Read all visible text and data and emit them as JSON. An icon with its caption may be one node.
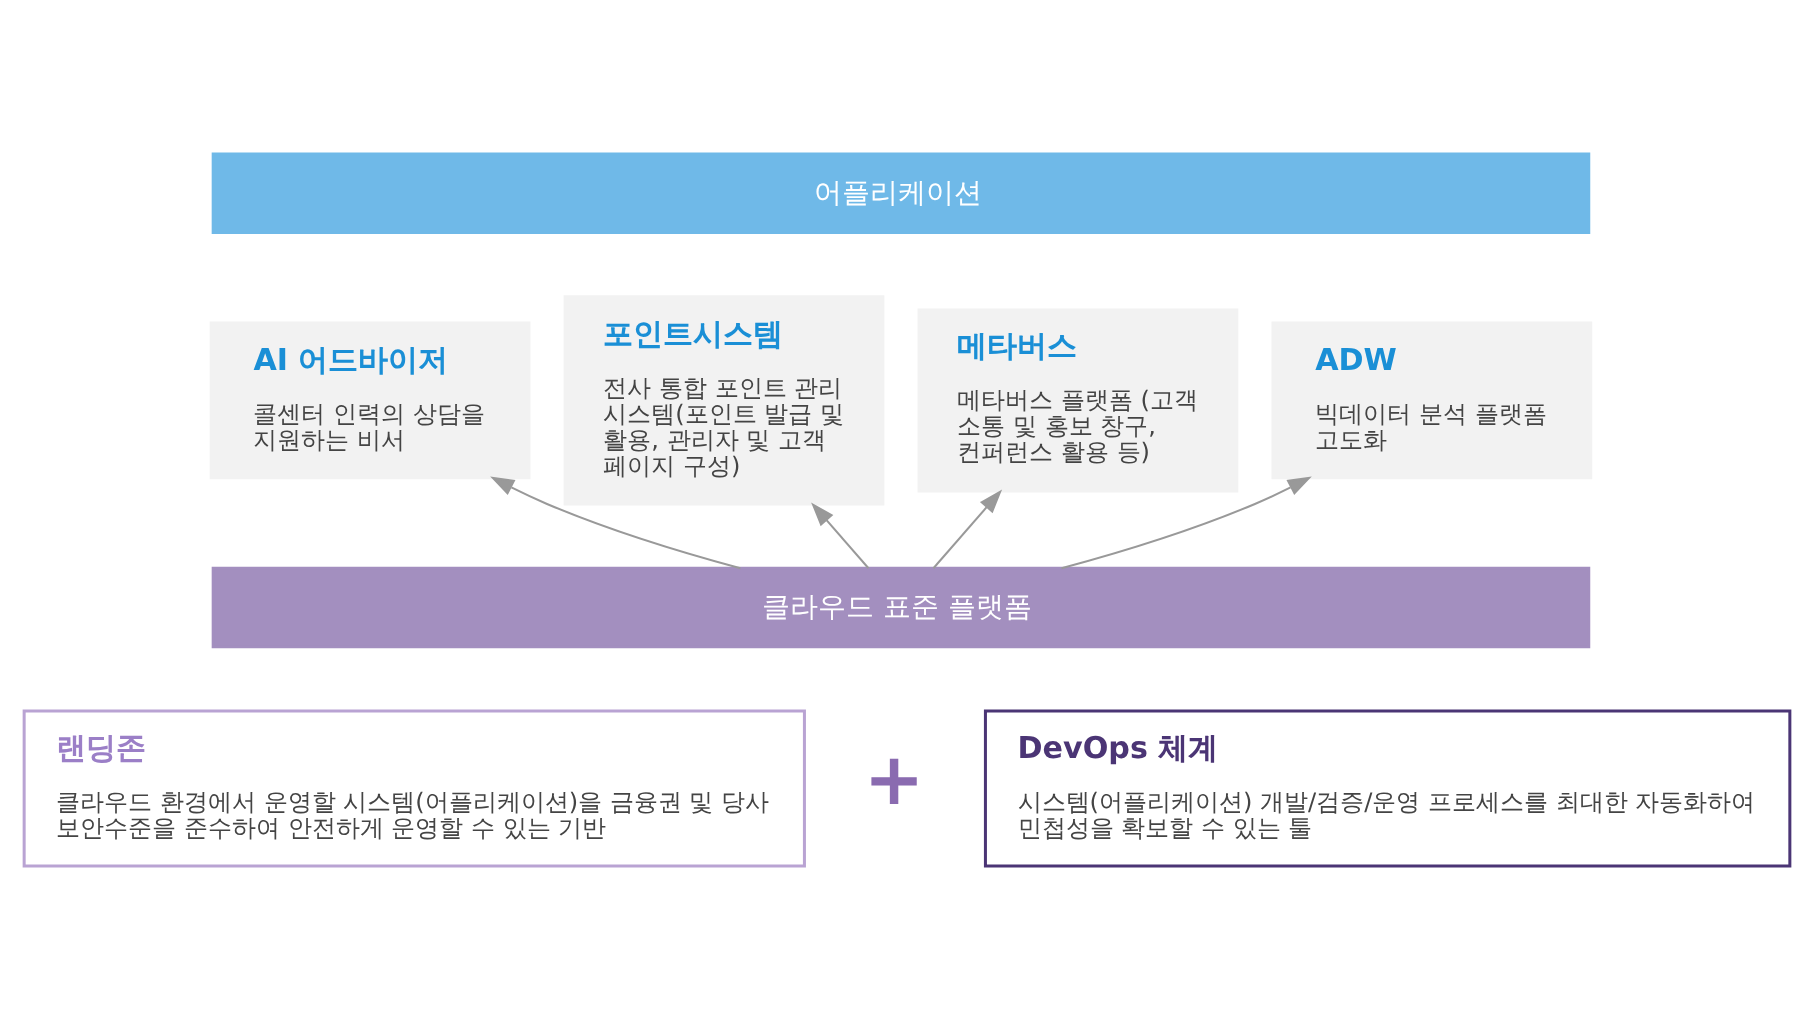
{
  "diagram": {
    "nodes": [
      {
        "text": [
          "어플리케이션"
        ]
      },
      {
        "text": [
          "AI 어드바이저",
          "콜센터 인력의 상담을 지원하는 비서"
        ]
      },
      {
        "text": [
          "포인트시스템",
          "전사 통합 포인트 관리 시스템(포인트 발급 및 활용, 관리자 및 고객 페이지 구성)"
        ]
      },
      {
        "text": [
          "메타버스",
          "메타버스 플랫폼 (고객 소통 및 홍보 창구, 컨퍼런스 활용 등)"
        ]
      },
      {
        "text": [
          "ADW",
          "빅데이터 분석 플랫폼 고도화"
        ]
      },
      {
        "text": [
          "클라우드 표준 플랫폼"
        ]
      },
      {
        "text": [
          "랜딩존",
          "클라우드 환경에서 운영할 시스템(어플리케이션)을 금융권 및 당사 보안수준을 준수하여 안전하게 운영할 수 있는 기반"
        ]
      },
      {
        "text": [
          "DevOps 체계",
          "시스템(어플리케이션) 개발/검증/운영 프로세스를 최대한 자동화하여 민첩성을 확보할 수 있는 툴"
        ]
      }
    ],
    "edges": [
      {
        "from": 5,
        "to": 1,
        "arrow": "to"
      },
      {
        "from": 5,
        "to": 2,
        "arrow": "to"
      },
      {
        "from": 5,
        "to": 3,
        "arrow": "to"
      },
      {
        "from": 5,
        "to": 4,
        "arrow": "to"
      }
    ],
    "labels": [
      "+"
    ]
  }
}
